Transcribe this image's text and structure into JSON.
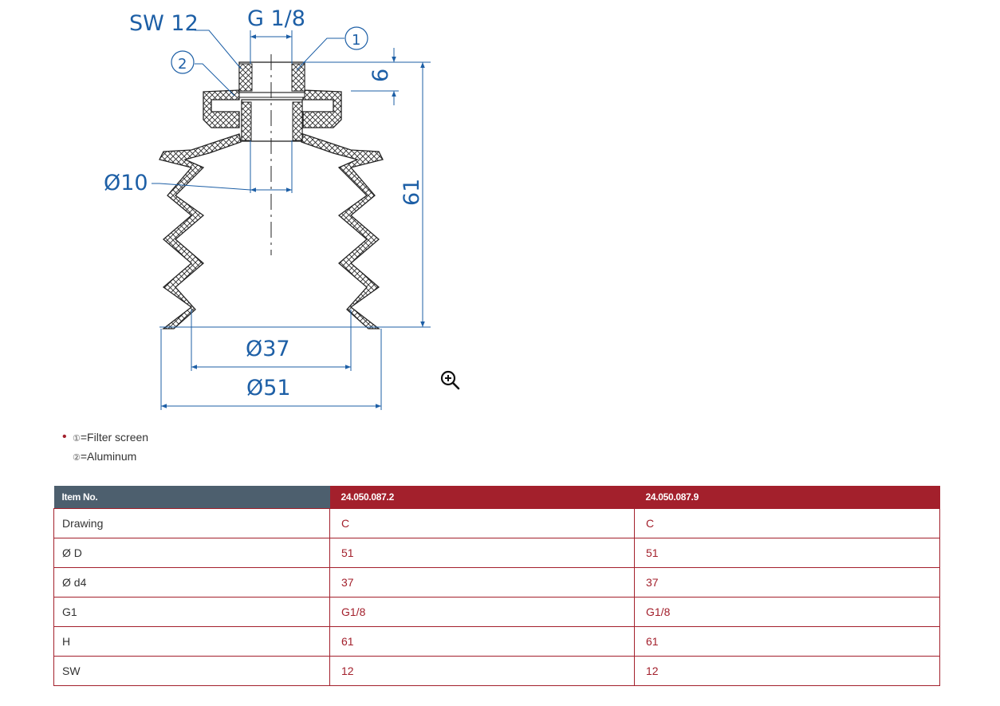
{
  "drawing": {
    "labels": {
      "sw": "SW 12",
      "thread": "G 1/8",
      "callout1": "1",
      "callout2": "2",
      "dim6": "6",
      "dim61": "61",
      "d10": "Ø10",
      "d37": "Ø37",
      "d51": "Ø51"
    },
    "line_color": "#1d5fa6"
  },
  "zoom_icon": "zoom-in-icon",
  "legend": {
    "bullet": "•",
    "items": [
      {
        "num": "①",
        "text": "=Filter screen"
      },
      {
        "num": "②",
        "text": "=Aluminum"
      }
    ]
  },
  "table": {
    "headers": [
      "Item No.",
      "24.050.087.2",
      "24.050.087.9"
    ],
    "rows": [
      [
        "Drawing",
        "C",
        "C"
      ],
      [
        "Ø D",
        "51",
        "51"
      ],
      [
        "Ø d4",
        "37",
        "37"
      ],
      [
        "G1",
        "G1/8",
        "G1/8"
      ],
      [
        "H",
        "61",
        "61"
      ],
      [
        "SW",
        "12",
        "12"
      ]
    ]
  },
  "colors": {
    "header_dark": "#4d5f6e",
    "accent_red": "#a3202c",
    "dimension_blue": "#1d5fa6"
  }
}
